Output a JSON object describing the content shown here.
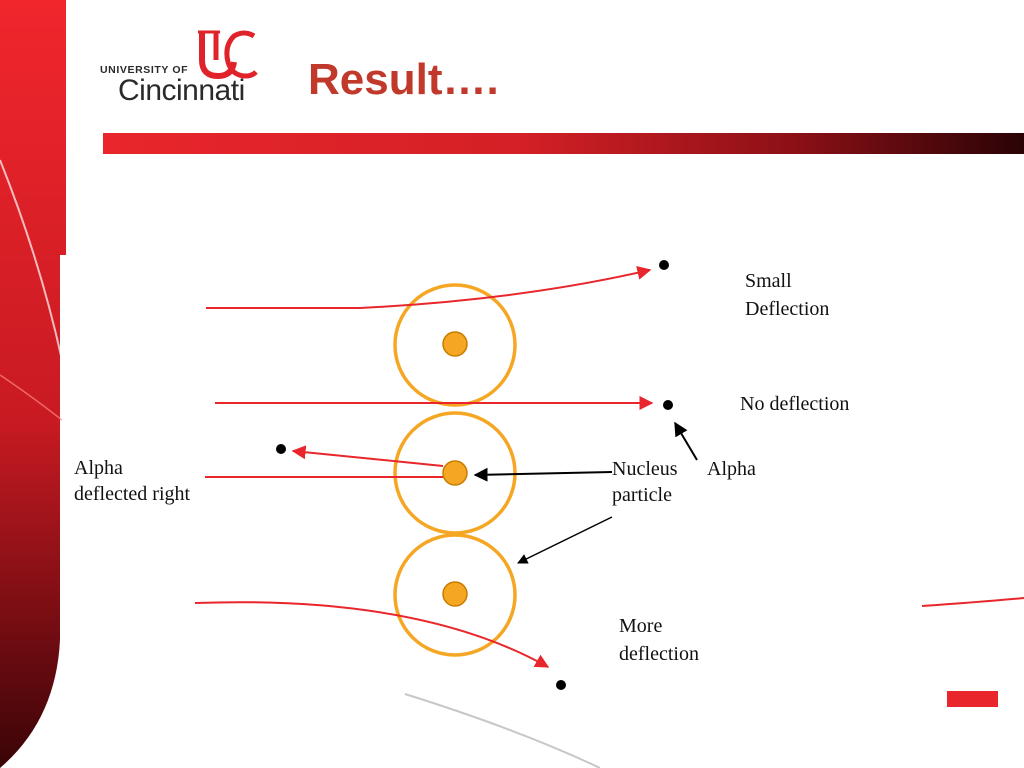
{
  "slide": {
    "title": "Result….",
    "logo": {
      "line1": "UNIVERSITY OF",
      "line2": "Cincinnati"
    }
  },
  "diagram": {
    "labels": {
      "small_deflection_line1": "Small",
      "small_deflection_line2": "Deflection",
      "no_deflection": "No deflection",
      "alpha_particle_line1": "Alpha",
      "alpha_particle_line2": "particle",
      "nucleus": "Nucleus",
      "alpha_deflected_line1": "Alpha",
      "alpha_deflected_line2": "deflected right",
      "more_deflection_line1": "More",
      "more_deflection_line2": "deflection"
    }
  },
  "colors": {
    "accent_red": "#e8262b",
    "dark_red": "#5a0a0e",
    "title_red": "#c0392b",
    "atom_orange": "#f5a623",
    "ray_red": "#e8262b"
  }
}
